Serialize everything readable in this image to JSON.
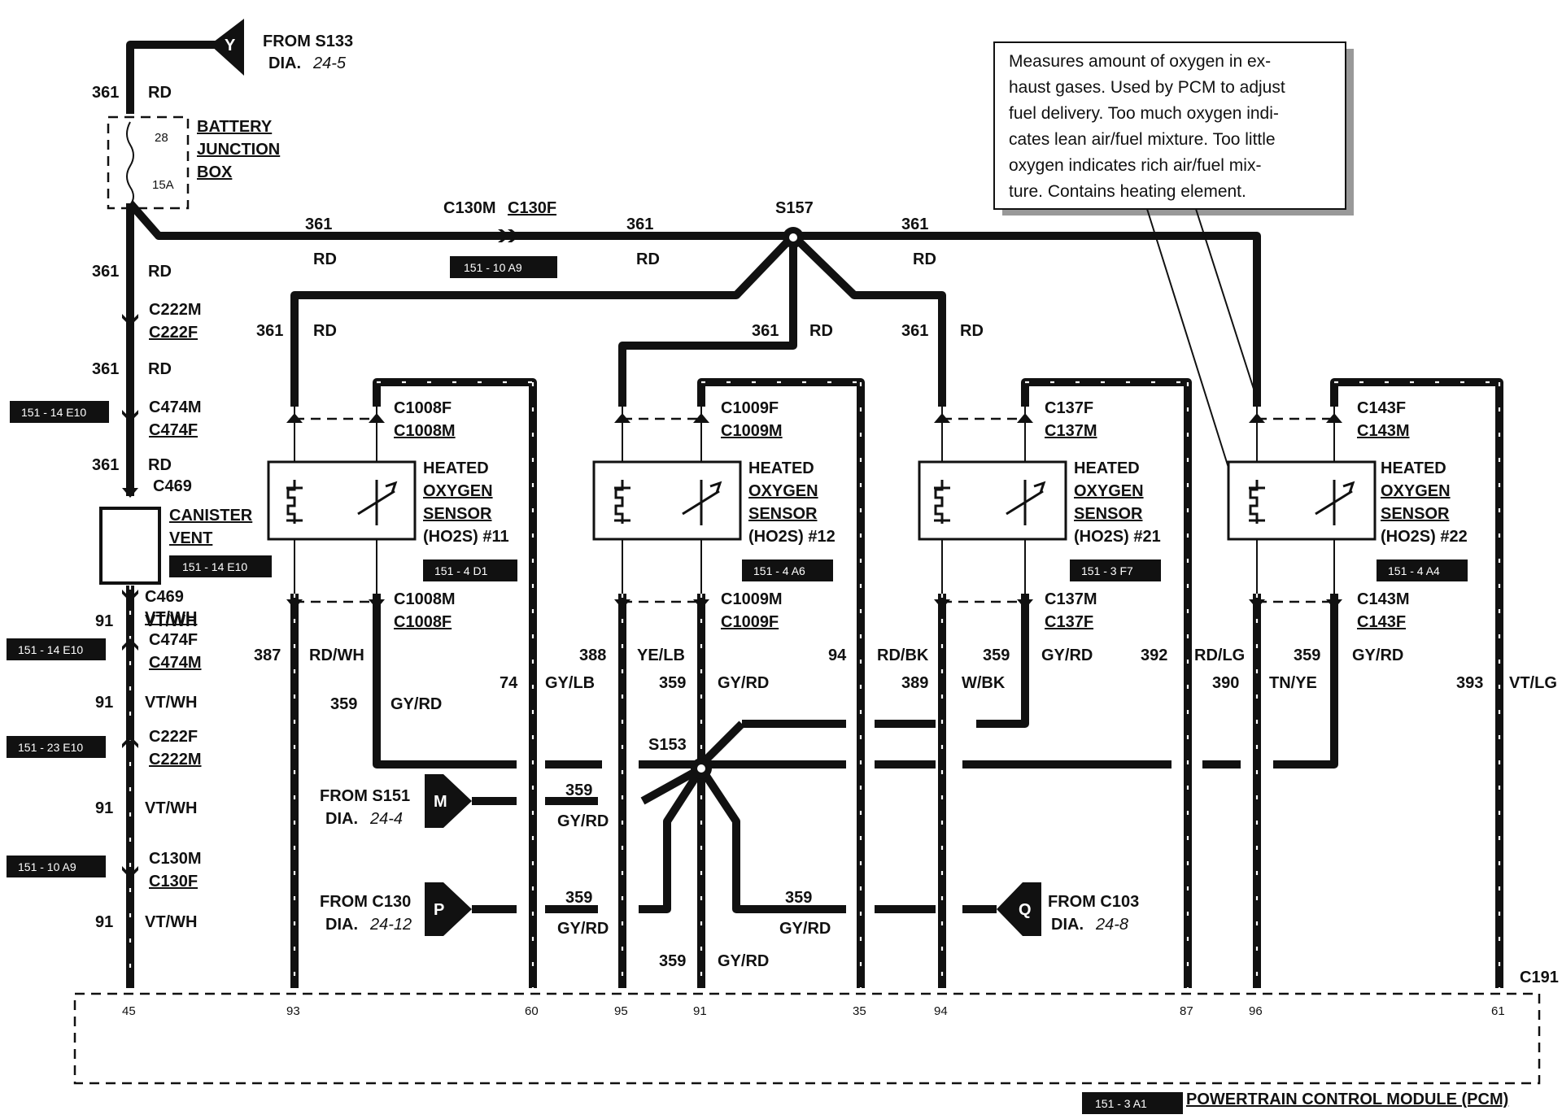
{
  "sources": {
    "top": {
      "letter": "Y",
      "label": "FROM S133",
      "dia_prefix": "DIA.",
      "dia": "24-5"
    },
    "m": {
      "letter": "M",
      "label": "FROM S151",
      "dia_prefix": "DIA.",
      "dia": "24-4"
    },
    "p": {
      "letter": "P",
      "label": "FROM C130",
      "dia_prefix": "DIA.",
      "dia": "24-12"
    },
    "q": {
      "letter": "Q",
      "label": "FROM C103",
      "dia_prefix": "DIA.",
      "dia": "24-8"
    }
  },
  "bjb": {
    "fuse": "28",
    "amps": "15A",
    "l1": "BATTERY",
    "l2": "JUNCTION",
    "l3": "BOX"
  },
  "circuits": {
    "c361": "361",
    "rd": "RD",
    "c91": "91",
    "vtwh": "VT/WH",
    "c359": "359",
    "gyrd": "GY/RD",
    "c387": "387",
    "rdwh": "RD/WH",
    "c74": "74",
    "gylb": "GY/LB",
    "c388": "388",
    "yelb": "YE/LB",
    "c94": "94",
    "rdbk": "RD/BK",
    "c389": "389",
    "wbk": "W/BK",
    "c392": "392",
    "rdlg": "RD/LG",
    "c390": "390",
    "tnye": "TN/YE",
    "c393": "393",
    "vtlg": "VT/LG"
  },
  "connectors": {
    "c222m": "C222M",
    "c222f": "C222F",
    "c474m": "C474M",
    "c474f": "C474F",
    "c469": "C469",
    "c130m": "C130M",
    "c130f": "C130F",
    "c1008f": "C1008F",
    "c1008m": "C1008M",
    "c1009f": "C1009F",
    "c1009m": "C1009M",
    "c137f": "C137F",
    "c137m": "C137M",
    "c143f": "C143F",
    "c143m": "C143M",
    "s157": "S157",
    "s153": "S153",
    "c191": "C191"
  },
  "canister": {
    "l1": "CANISTER",
    "l2": "VENT"
  },
  "sensor": {
    "l1": "HEATED",
    "l2": "OXYGEN",
    "l3": "SENSOR",
    "n11": "(HO2S) #11",
    "n12": "(HO2S) #12",
    "n21": "(HO2S) #21",
    "n22": "(HO2S) #22"
  },
  "tags": {
    "t1": "151 - 10 A9",
    "t2": "151 - 14 E10",
    "t3": "151 - 14 E10",
    "t4": "151 - 14 E10",
    "t5": "151 - 23 E10",
    "t6": "151 - 10 A9",
    "t7": "151 - 4 D1",
    "t8": "151 - 4 A6",
    "t9": "151 - 3 F7",
    "t10": "151 - 4 A4",
    "t11": "151 - 3 A1"
  },
  "pins": [
    "45",
    "93",
    "60",
    "95",
    "91",
    "35",
    "94",
    "87",
    "96",
    "61"
  ],
  "pcm": "POWERTRAIN CONTROL MODULE (PCM)",
  "note": {
    "l1": "Measures amount of oxygen in ex-",
    "l2": "haust gases. Used by PCM to adjust",
    "l3": "fuel delivery. Too much oxygen indi-",
    "l4": "cates lean air/fuel mixture. Too little",
    "l5": "oxygen indicates rich air/fuel mix-",
    "l6": "ture. Contains heating element."
  }
}
